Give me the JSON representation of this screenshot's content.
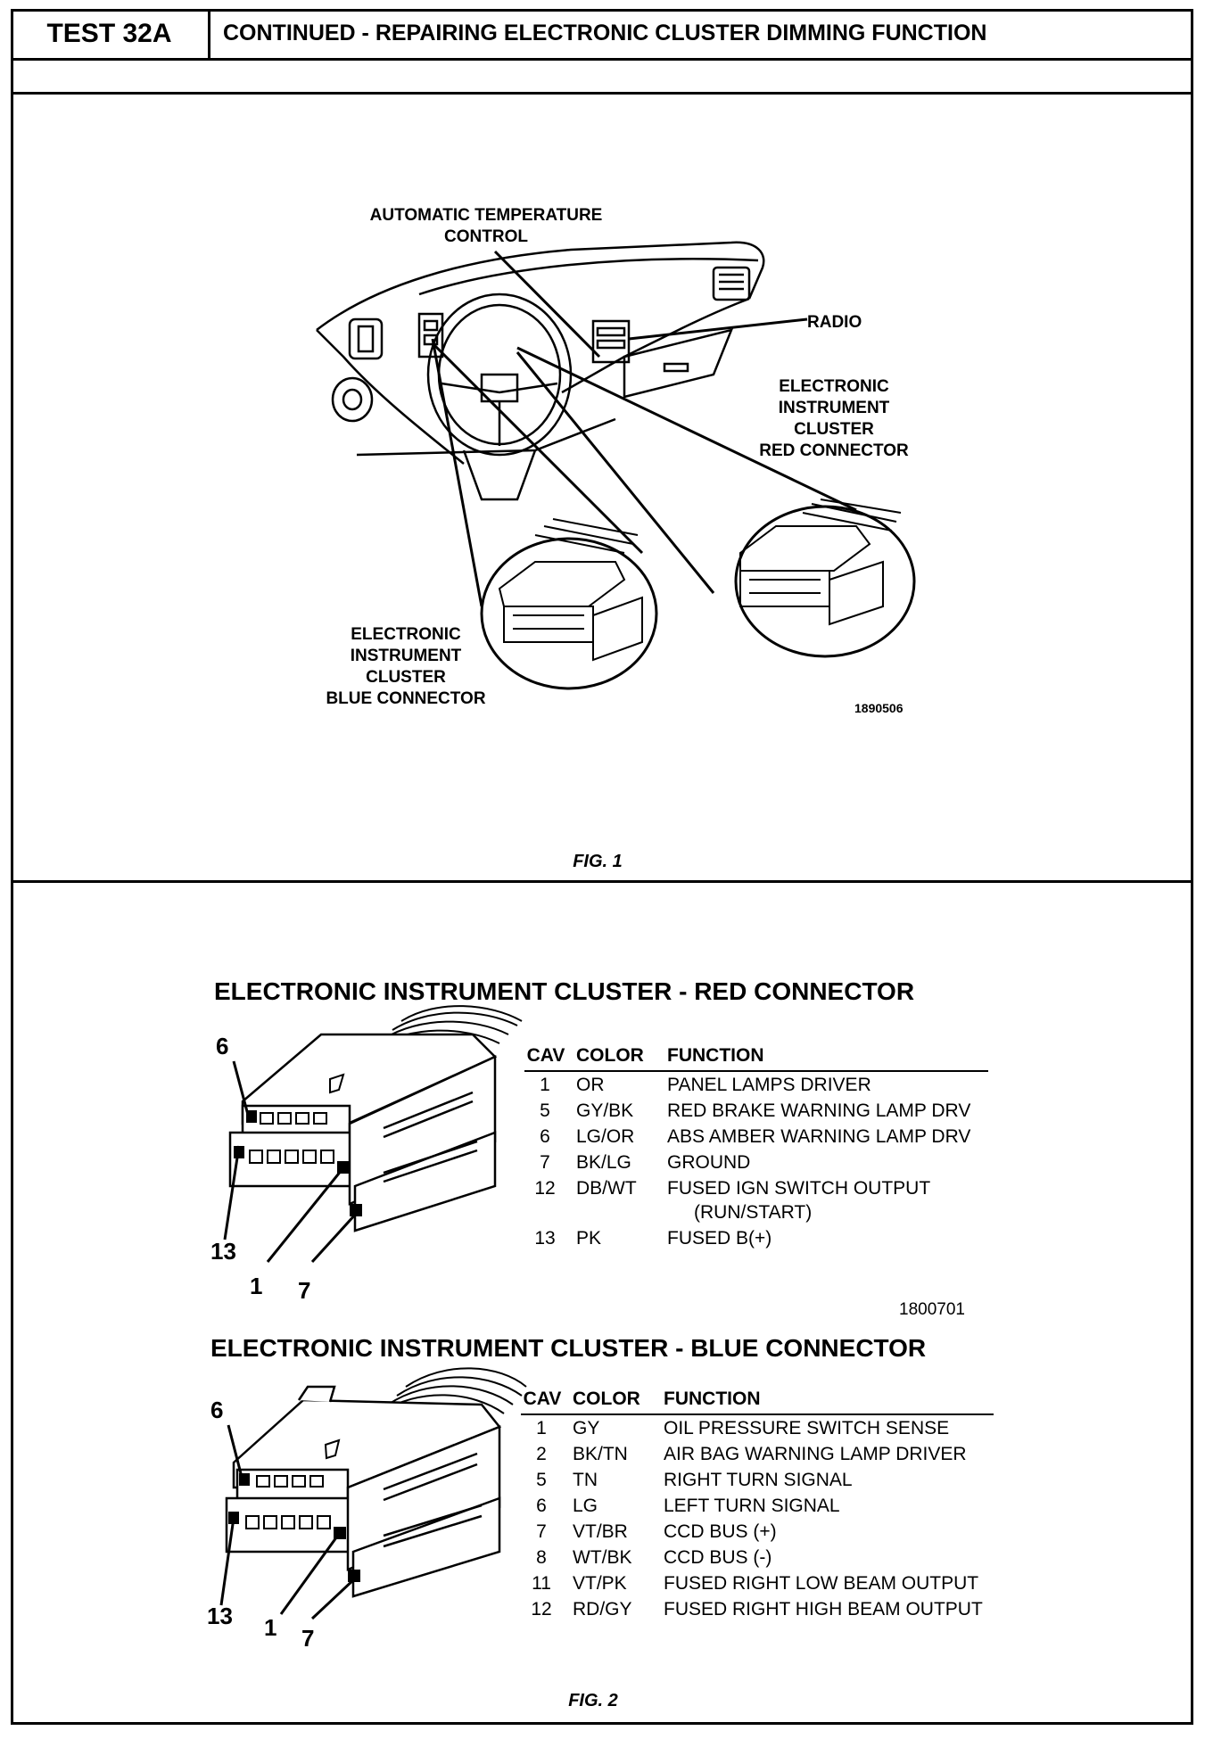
{
  "header": {
    "test_id": "TEST 32A",
    "title": "CONTINUED - REPAIRING ELECTRONIC CLUSTER DIMMING FUNCTION"
  },
  "fig1": {
    "callouts": {
      "atc": [
        "AUTOMATIC TEMPERATURE",
        "CONTROL"
      ],
      "radio": "RADIO",
      "red_connector": [
        "ELECTRONIC",
        "INSTRUMENT",
        "CLUSTER",
        "RED CONNECTOR"
      ],
      "blue_connector": [
        "ELECTRONIC",
        "INSTRUMENT",
        "CLUSTER",
        "BLUE CONNECTOR"
      ]
    },
    "part_number": "1890506",
    "label": "FIG. 1"
  },
  "fig2": {
    "label": "FIG. 2",
    "red": {
      "title": "ELECTRONIC INSTRUMENT CLUSTER - RED CONNECTOR",
      "headers": [
        "CAV",
        "COLOR",
        "FUNCTION"
      ],
      "rows": [
        {
          "cav": "1",
          "color": "OR",
          "function": "PANEL LAMPS DRIVER",
          "sub": ""
        },
        {
          "cav": "5",
          "color": "GY/BK",
          "function": "RED BRAKE WARNING LAMP DRV",
          "sub": ""
        },
        {
          "cav": "6",
          "color": "LG/OR",
          "function": "ABS AMBER WARNING LAMP DRV",
          "sub": ""
        },
        {
          "cav": "7",
          "color": "BK/LG",
          "function": "GROUND",
          "sub": ""
        },
        {
          "cav": "12",
          "color": "DB/WT",
          "function": "FUSED IGN SWITCH OUTPUT",
          "sub": "(RUN/START)"
        },
        {
          "cav": "13",
          "color": "PK",
          "function": "FUSED B(+)",
          "sub": ""
        }
      ],
      "pin_labels": {
        "top": "6",
        "left": "13",
        "bottom_a": "1",
        "bottom_b": "7"
      },
      "part_number": "1800701"
    },
    "blue": {
      "title": "ELECTRONIC INSTRUMENT CLUSTER - BLUE CONNECTOR",
      "headers": [
        "CAV",
        "COLOR",
        "FUNCTION"
      ],
      "rows": [
        {
          "cav": "1",
          "color": "GY",
          "function": "OIL PRESSURE SWITCH SENSE",
          "sub": ""
        },
        {
          "cav": "2",
          "color": "BK/TN",
          "function": "AIR BAG WARNING LAMP DRIVER",
          "sub": ""
        },
        {
          "cav": "5",
          "color": "TN",
          "function": "RIGHT TURN SIGNAL",
          "sub": ""
        },
        {
          "cav": "6",
          "color": "LG",
          "function": "LEFT TURN SIGNAL",
          "sub": ""
        },
        {
          "cav": "7",
          "color": "VT/BR",
          "function": "CCD BUS (+)",
          "sub": ""
        },
        {
          "cav": "8",
          "color": "WT/BK",
          "function": "CCD BUS (-)",
          "sub": ""
        },
        {
          "cav": "11",
          "color": "VT/PK",
          "function": "FUSED RIGHT LOW BEAM OUTPUT",
          "sub": ""
        },
        {
          "cav": "12",
          "color": "RD/GY",
          "function": "FUSED RIGHT HIGH BEAM OUTPUT",
          "sub": ""
        }
      ],
      "pin_labels": {
        "top": "6",
        "left": "13",
        "bottom_a": "1",
        "bottom_b": "7"
      }
    }
  }
}
